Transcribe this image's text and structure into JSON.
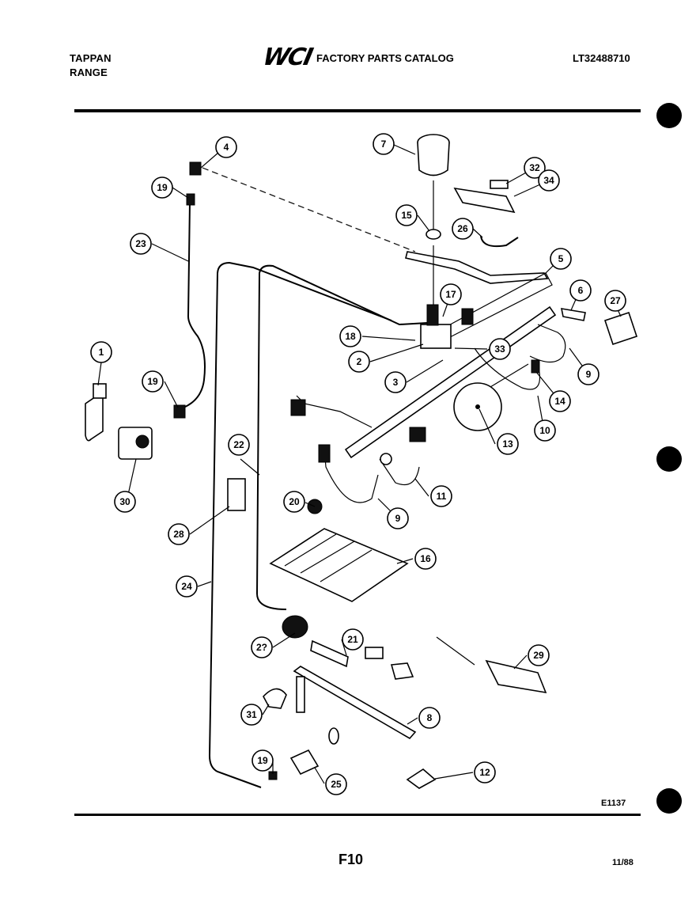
{
  "header": {
    "brand_line1": "TAPPAN",
    "brand_line2": "RANGE",
    "logo_text": "WCI",
    "catalog_title": "FACTORY PARTS CATALOG",
    "model_number": "LT32488710"
  },
  "footer": {
    "diagram_code": "E1137",
    "page_number": "F10",
    "date": "11/88"
  },
  "callouts": [
    {
      "id": "c4",
      "label": "4"
    },
    {
      "id": "c7",
      "label": "7"
    },
    {
      "id": "c32",
      "label": "32"
    },
    {
      "id": "c34",
      "label": "34"
    },
    {
      "id": "c19a",
      "label": "19"
    },
    {
      "id": "c15",
      "label": "15"
    },
    {
      "id": "c26",
      "label": "26"
    },
    {
      "id": "c23",
      "label": "23"
    },
    {
      "id": "c5",
      "label": "5"
    },
    {
      "id": "c6",
      "label": "6"
    },
    {
      "id": "c27",
      "label": "27"
    },
    {
      "id": "c17",
      "label": "17"
    },
    {
      "id": "c18",
      "label": "18"
    },
    {
      "id": "c2",
      "label": "2"
    },
    {
      "id": "c33",
      "label": "33"
    },
    {
      "id": "c9a",
      "label": "9"
    },
    {
      "id": "c1",
      "label": "1"
    },
    {
      "id": "c3",
      "label": "3"
    },
    {
      "id": "c19b",
      "label": "19"
    },
    {
      "id": "c14",
      "label": "14"
    },
    {
      "id": "c10",
      "label": "10"
    },
    {
      "id": "c13",
      "label": "13"
    },
    {
      "id": "c22",
      "label": "22"
    },
    {
      "id": "c11",
      "label": "11"
    },
    {
      "id": "c30",
      "label": "30"
    },
    {
      "id": "c20",
      "label": "20"
    },
    {
      "id": "c9b",
      "label": "9"
    },
    {
      "id": "c28",
      "label": "28"
    },
    {
      "id": "c16",
      "label": "16"
    },
    {
      "id": "c24",
      "label": "24"
    },
    {
      "id": "c21",
      "label": "21"
    },
    {
      "id": "c2x",
      "label": "2?"
    },
    {
      "id": "c29",
      "label": "29"
    },
    {
      "id": "c31",
      "label": "31"
    },
    {
      "id": "c8",
      "label": "8"
    },
    {
      "id": "c19c",
      "label": "19"
    },
    {
      "id": "c25",
      "label": "25"
    },
    {
      "id": "c12",
      "label": "12"
    }
  ]
}
